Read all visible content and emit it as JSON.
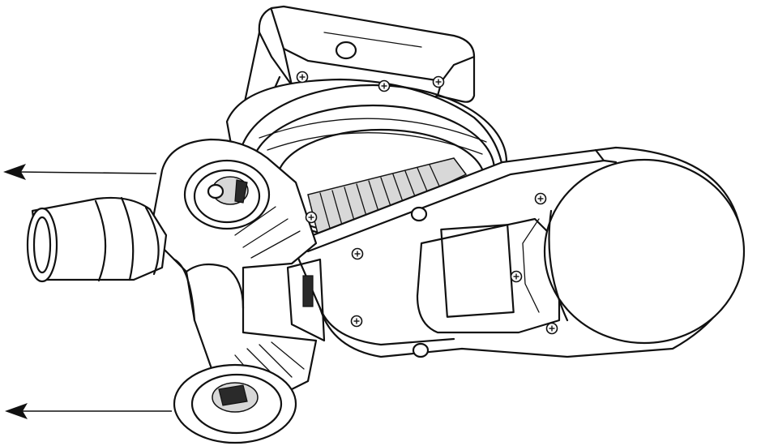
{
  "figure": {
    "background": "#ffffff",
    "line_color": "#111111",
    "arrows": [
      {
        "name": "upper-outlet-arrow",
        "direction": "left"
      },
      {
        "name": "lower-outlet-arrow",
        "direction": "left"
      }
    ],
    "screws_count": 9
  }
}
